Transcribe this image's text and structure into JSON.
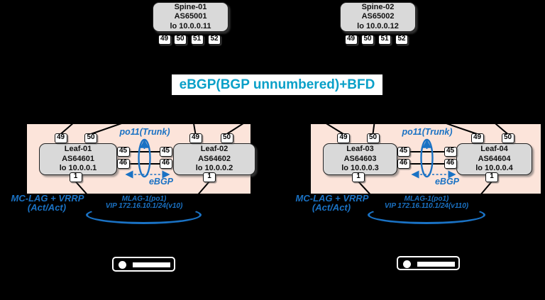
{
  "banner": {
    "text": "eBGP(BGP unnumbered)+BFD"
  },
  "colors": {
    "accent_blue": "#1a72c4",
    "accent_cyan": "#0aa0c8",
    "pod_background": "#fce4da",
    "node_fill": "#d9d9d9"
  },
  "spines": [
    {
      "name": "Spine-01",
      "asn": "AS65001",
      "loopback": "lo 10.0.0.11",
      "ports": [
        "49",
        "50",
        "51",
        "52"
      ]
    },
    {
      "name": "Spine-02",
      "asn": "AS65002",
      "loopback": "lo 10.0.0.12",
      "ports": [
        "49",
        "50",
        "51",
        "52"
      ]
    }
  ],
  "pods": [
    {
      "leaves": [
        {
          "name": "Leaf-01",
          "asn": "AS64601",
          "loopback": "lo 10.0.0.1",
          "ports_up": [
            "49",
            "50"
          ],
          "port_down": "1"
        },
        {
          "name": "Leaf-02",
          "asn": "AS64602",
          "loopback": "lo 10.0.0.2",
          "ports_up": [
            "49",
            "50"
          ],
          "port_down": "1"
        }
      ],
      "peer_ports": [
        "45",
        "46"
      ],
      "trunk_label": "po11(Trunk)",
      "ebgp_label": "eBGP",
      "mclag_line1": "MC-LAG + VRRP",
      "mclag_line2": "(Act/Act)",
      "mlag_label": "MLAG-1(po1)",
      "vip_label": "VIP 172.16.10.1/24(v10)"
    },
    {
      "leaves": [
        {
          "name": "Leaf-03",
          "asn": "AS64603",
          "loopback": "lo 10.0.0.3",
          "ports_up": [
            "49",
            "50"
          ],
          "port_down": "1"
        },
        {
          "name": "Leaf-04",
          "asn": "AS64604",
          "loopback": "lo 10.0.0.4",
          "ports_up": [
            "49",
            "50"
          ],
          "port_down": "1"
        }
      ],
      "peer_ports": [
        "45",
        "46"
      ],
      "trunk_label": "po11(Trunk)",
      "ebgp_label": "eBGP",
      "mclag_line1": "MC-LAG + VRRP",
      "mclag_line2": "(Act/Act)",
      "mlag_label": "MLAG-1(po1)",
      "vip_label": "VIP 172.16.110.1/24(v110)"
    }
  ],
  "icons": {
    "server": "server-icon"
  }
}
